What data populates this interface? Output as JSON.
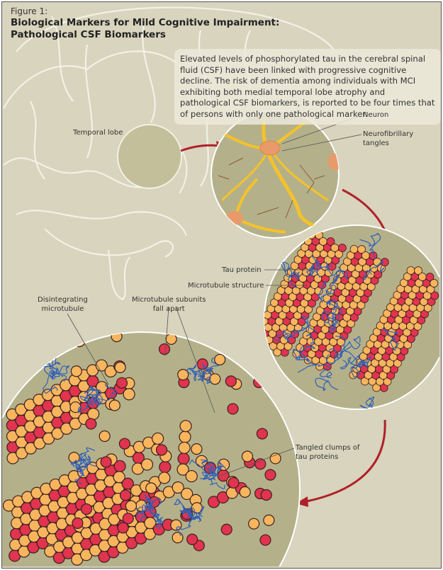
{
  "figure_label": "Figure 1:",
  "title_line1": "Biological Markers for Mild Cognitive Impairment:",
  "title_line2": "Pathological CSF Biomarkers",
  "description": "Elevated levels of phosphorylated tau in the cerebral spinal fluid (CSF) have been linked with progressive cognitive decline. The risk of dementia among individuals with MCI exhibiting both medial temporal lobe atrophy and pathological CSF biomarkers, is reported to be four times that of persons with only one pathological marker.",
  "labels": {
    "temporal_lobe": "Temporal lobe",
    "neuron": "Neuron",
    "neurofibrillary_1": "Neurofibrillary",
    "neurofibrillary_2": "tangles",
    "tau_protein": "Tau protein",
    "microtubule_structure": "Microtubule structure",
    "disintegrating_1": "Disintegrating",
    "disintegrating_2": "microtubule",
    "subunits_1": "Microtubule subunits",
    "subunits_2": "fall apart",
    "tangled_1": "Tangled clumps of",
    "tangled_2": "tau proteins"
  },
  "colors": {
    "background": "#d8d4bd",
    "circle_fill": "#b4b18a",
    "arrow": "#b0202a",
    "subunit_red": "#e0344f",
    "subunit_orange": "#f7b55e",
    "tau_blue": "#2f5fb8",
    "neuron_yellow": "#f5c22a"
  }
}
